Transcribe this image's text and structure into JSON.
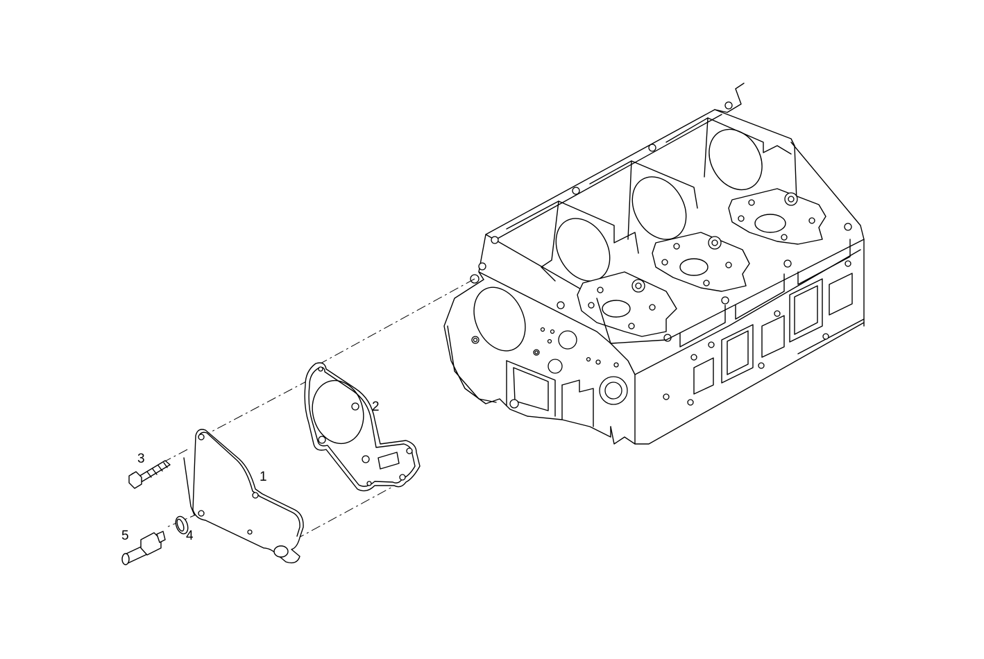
{
  "diagram": {
    "callouts": [
      {
        "id": "1",
        "text": "1"
      },
      {
        "id": "2",
        "text": "2"
      },
      {
        "id": "3",
        "text": "3"
      },
      {
        "id": "4",
        "text": "4"
      },
      {
        "id": "5",
        "text": "5"
      }
    ],
    "parts": [
      {
        "callout": "1",
        "name": "cover-plate"
      },
      {
        "callout": "2",
        "name": "gasket"
      },
      {
        "callout": "3",
        "name": "bolt"
      },
      {
        "callout": "4",
        "name": "seal-ring"
      },
      {
        "callout": "5",
        "name": "union-fitting"
      }
    ],
    "line_color": "#000000",
    "background_color": "#ffffff"
  }
}
